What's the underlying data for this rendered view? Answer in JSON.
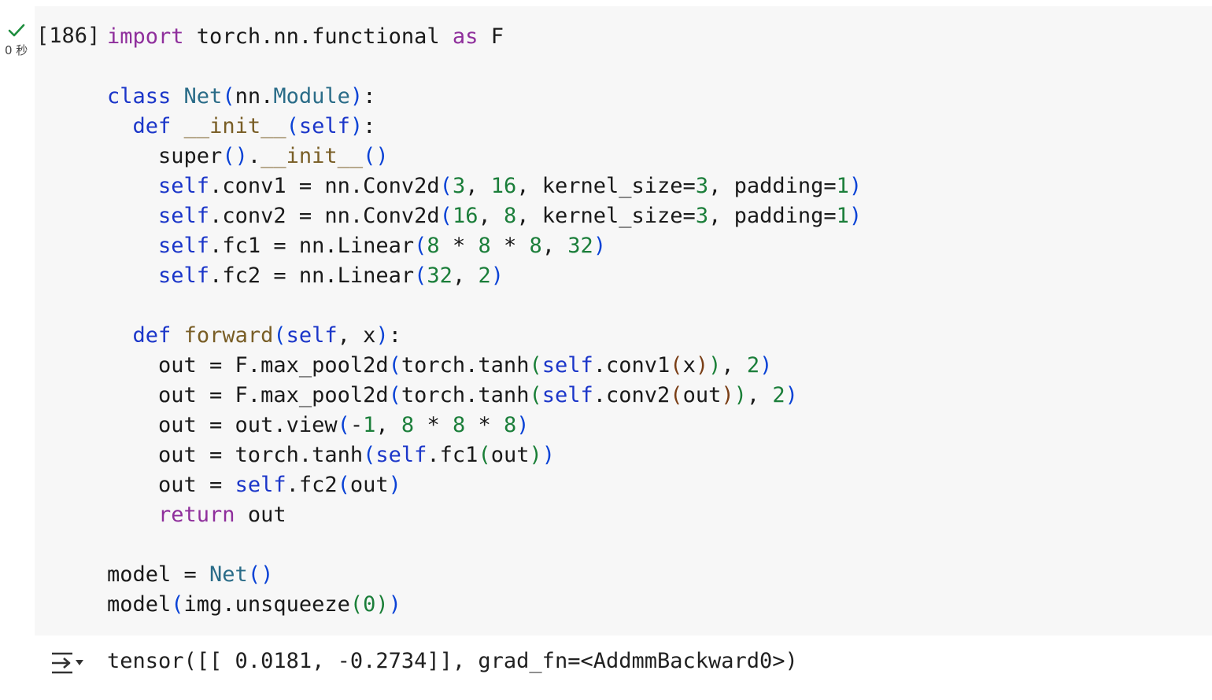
{
  "cell": {
    "status_icon": "check-icon",
    "exec_time": "0 秒",
    "execution_count": "[186]",
    "code_lines": [
      "import torch.nn.functional as F",
      "",
      "class Net(nn.Module):",
      "  def __init__(self):",
      "    super().__init__()",
      "    self.conv1 = nn.Conv2d(3, 16, kernel_size=3, padding=1)",
      "    self.conv2 = nn.Conv2d(16, 8, kernel_size=3, padding=1)",
      "    self.fc1 = nn.Linear(8 * 8 * 8, 32)",
      "    self.fc2 = nn.Linear(32, 2)",
      "",
      "  def forward(self, x):",
      "    out = F.max_pool2d(torch.tanh(self.conv1(x)), 2)",
      "    out = F.max_pool2d(torch.tanh(self.conv2(out)), 2)",
      "    out = out.view(-1, 8 * 8 * 8)",
      "    out = torch.tanh(self.fc1(out))",
      "    out = self.fc2(out)",
      "    return out",
      "",
      "model = Net()",
      "model(img.unsqueeze(0))"
    ]
  },
  "output": {
    "icon": "output-toggle-icon",
    "text": "tensor([[ 0.0181, -0.2734]], grad_fn=<AddmmBackward0>)"
  },
  "colors": {
    "cell_bg": "#f7f7f7",
    "keyword": "#8f2f9c",
    "keyword_blue": "#1b36c9",
    "class_name": "#2a6c88",
    "function_name": "#795e26",
    "number": "#1b7e3a",
    "check": "#1e8e3e"
  }
}
